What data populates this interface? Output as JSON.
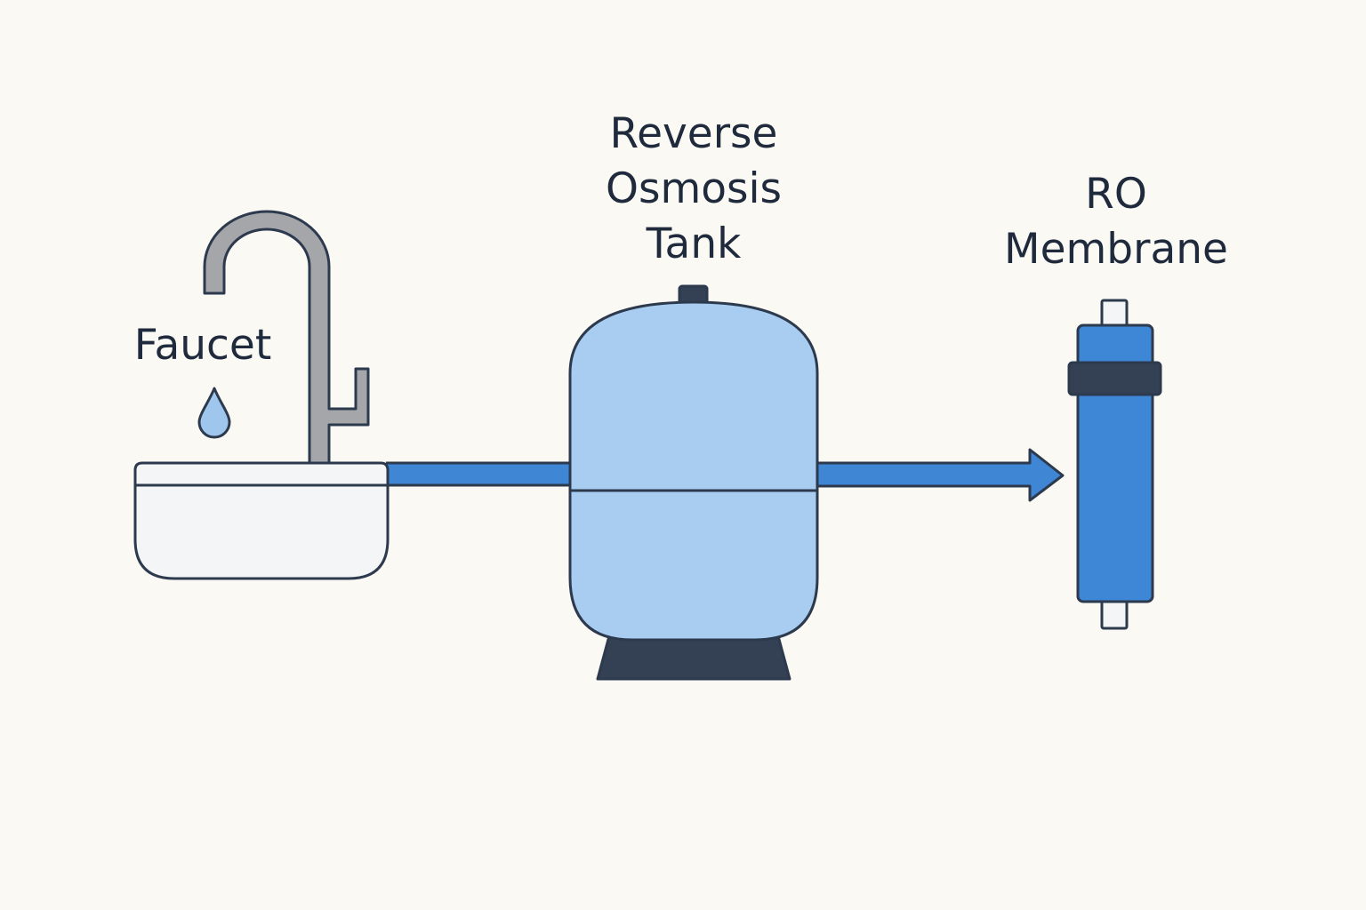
{
  "labels": {
    "faucet": "Faucet",
    "tank_line1": "Reverse",
    "tank_line2": "Osmosis",
    "tank_line3": "Tank",
    "membrane_line1": "RO",
    "membrane_line2": "Membrane"
  },
  "icons": {
    "faucet": "faucet-icon",
    "water_drop": "water-drop-icon",
    "sink": "sink-basin-icon",
    "tank": "pressure-tank-icon",
    "membrane": "ro-membrane-icon",
    "flow_arrow": "arrow-right-icon"
  },
  "colors": {
    "background": "#fbf9f4",
    "outline": "#2d3a4e",
    "text": "#1f2a3c",
    "pipe_blue": "#3f86d4",
    "tank_fill": "#a9cdf0",
    "membrane_fill": "#3e86d6",
    "dark_cap": "#344155",
    "faucet_gray": "#a4a6aa",
    "sink_fill": "#f4f5f7",
    "drop_fill": "#9fc7ee"
  }
}
